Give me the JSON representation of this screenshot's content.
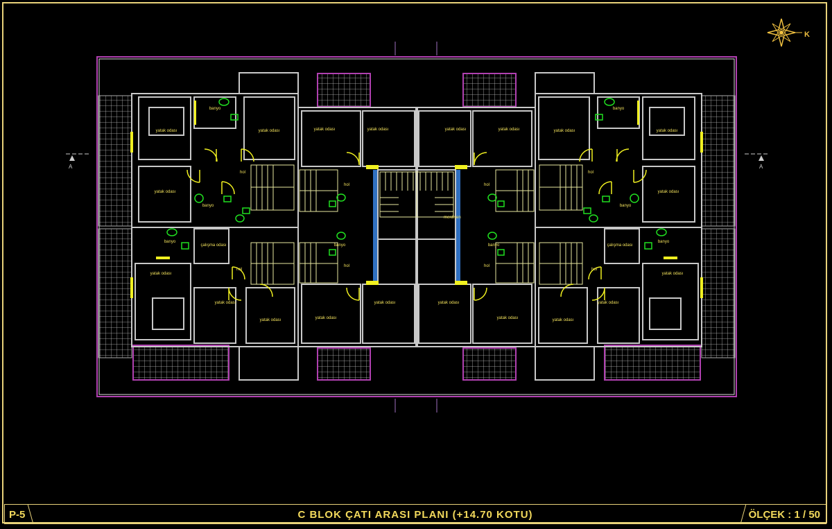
{
  "sheet": {
    "code": "P-5",
    "title": "C BLOK ÇATI ARASI PLANI (+14.70 KOTU)",
    "scale": "ÖLÇEK : 1 / 50",
    "north_label": "K",
    "section_marker": "A"
  },
  "rooms": {
    "bedroom": "yatak odası",
    "bathroom": "banyo",
    "hall": "hol",
    "study": "çalışma odası",
    "stairs": "merdiven"
  },
  "colors": {
    "frame": "#e8d27a",
    "wall": "#c8c8c8",
    "outline": "#b040b0",
    "door": "#f0f020",
    "fixture": "#20e020",
    "column": "#3070c0",
    "stairs": "#e8e8a0"
  }
}
